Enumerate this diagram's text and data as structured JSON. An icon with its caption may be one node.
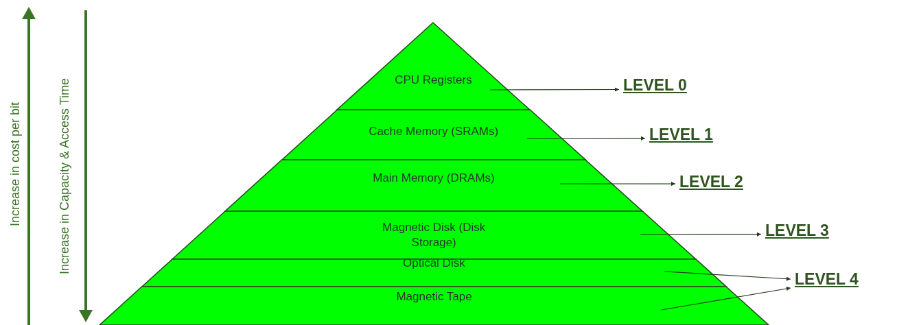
{
  "diagram": {
    "nodes": [
      {
        "text": [
          "CPU Registers"
        ]
      },
      {
        "text": [
          "Cache Memory (SRAMs)"
        ]
      },
      {
        "text": [
          "Main Memory (DRAMs)"
        ]
      },
      {
        "text": [
          "Magnetic Disk (Disk Storage)"
        ]
      },
      {
        "text": [
          "Optical Disk"
        ]
      },
      {
        "text": [
          "Magnetic Tape"
        ]
      },
      {
        "text": [
          "LEVEL 0"
        ]
      },
      {
        "text": [
          "LEVEL 1"
        ]
      },
      {
        "text": [
          "LEVEL 2"
        ]
      },
      {
        "text": [
          "LEVEL 3"
        ]
      },
      {
        "text": [
          "LEVEL 4"
        ]
      }
    ],
    "edges": [
      {
        "from": 0,
        "to": 6,
        "arrow": "to"
      },
      {
        "from": 1,
        "to": 7,
        "arrow": "to"
      },
      {
        "from": 2,
        "to": 8,
        "arrow": "to"
      },
      {
        "from": 3,
        "to": 9,
        "arrow": "to"
      },
      {
        "from": 4,
        "to": 10,
        "arrow": "to"
      },
      {
        "from": 5,
        "to": 10,
        "arrow": "to"
      }
    ],
    "labels": [
      "Increase in cost per bit",
      "Increase in Capacity & Access Time"
    ]
  }
}
